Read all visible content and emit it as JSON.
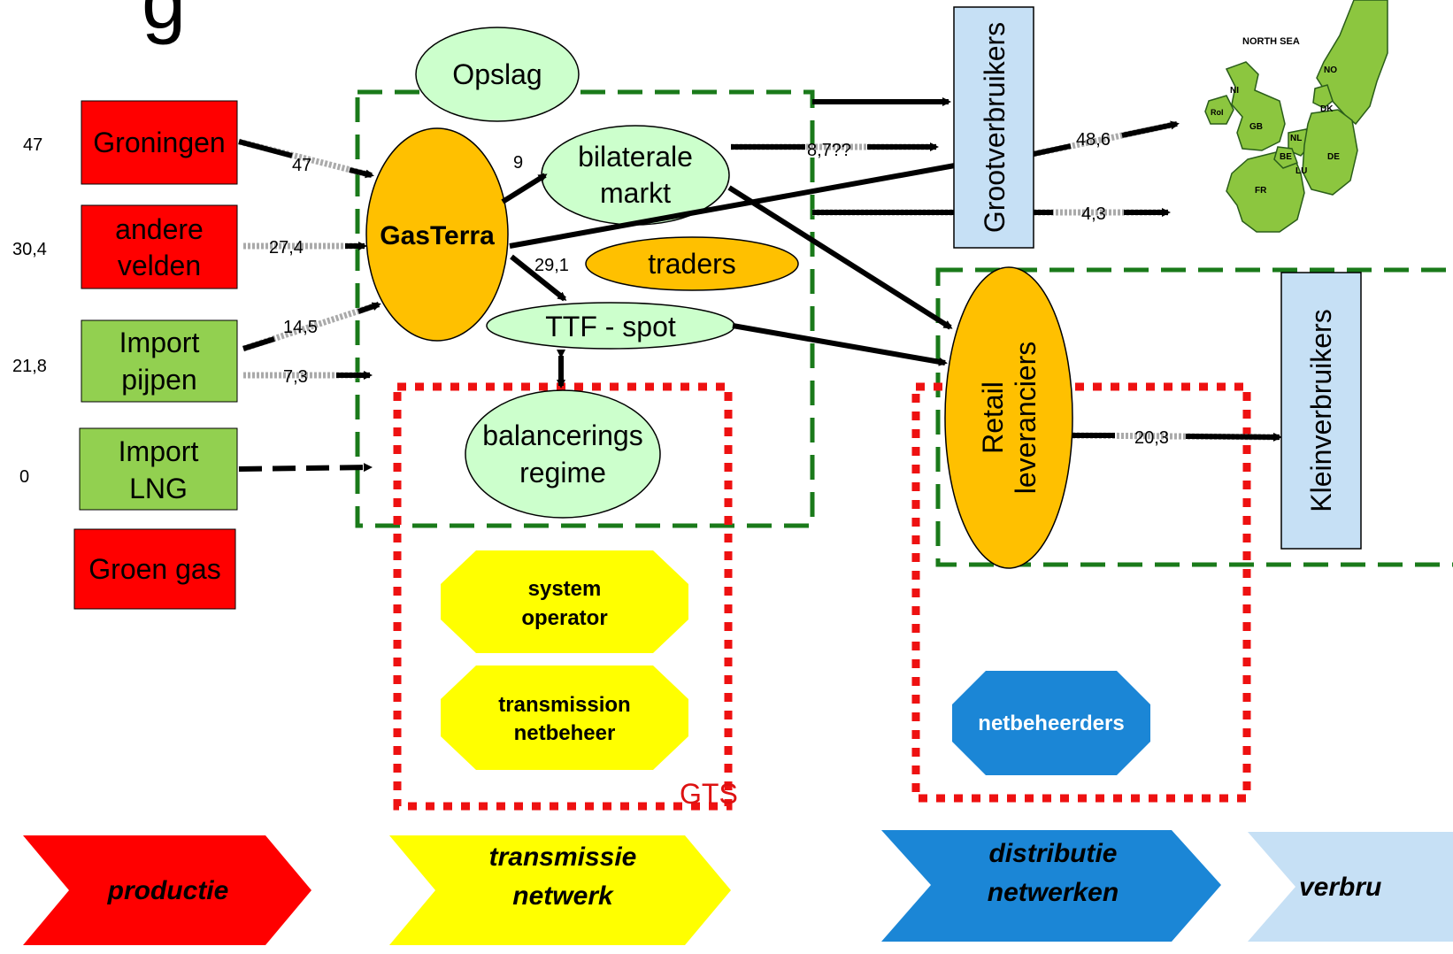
{
  "title_fragment": "g",
  "colors": {
    "red": "#ff0000",
    "green": "#92d050",
    "orange": "#ffc000",
    "light_green": "#ccffcc",
    "light_blue": "#c6e0f5",
    "yellow": "#ffff00",
    "blue": "#1b86d6",
    "dash_green": "#1a7a1a",
    "dot_red": "#ee1111"
  },
  "sources": {
    "groningen": {
      "label": "Groningen",
      "volume": "47"
    },
    "andere_velden": {
      "line1": "andere",
      "line2": "velden",
      "volume": "30,4"
    },
    "import_pijpen": {
      "line1": "Import",
      "line2": "pijpen",
      "volume": "21,8"
    },
    "import_lng": {
      "line1": "Import",
      "line2": "LNG",
      "volume": "0"
    },
    "groen_gas": {
      "label": "Groen gas"
    }
  },
  "nodes": {
    "opslag": "Opslag",
    "gasterra": "GasTerra",
    "bilaterale_markt": {
      "line1": "bilaterale",
      "line2": "markt"
    },
    "traders": "traders",
    "ttf_spot": "TTF - spot",
    "balancering": {
      "line1": "balancerings",
      "line2": "regime"
    },
    "grootverbruikers": "Grootverbruikers",
    "retail": {
      "line1": "Retail",
      "line2": "leveranciers"
    },
    "kleinverbruikers": "Kleinverbruikers",
    "system_operator": {
      "line1": "system",
      "line2": "operator"
    },
    "transmission": {
      "line1": "transmission",
      "line2": "netbeheer"
    },
    "netbeheerders": "netbeheerders",
    "gts": "GTS"
  },
  "flows": {
    "groningen_to_gasterra": "47",
    "velden_to_gasterra": "27,4",
    "pijpen_to_gasterra": "14,5",
    "pijpen_to_transmission": "7,3",
    "gasterra_to_bilateral": "9",
    "gasterra_to_ttf": "29,1",
    "bilateral_to_groot": "8,7??",
    "to_export": "48,6",
    "to_export_low": "4,3",
    "retail_to_klein": "20,3"
  },
  "map": {
    "north_sea": "NORTH SEA",
    "countries": [
      "NO",
      "DK",
      "NI",
      "RoI",
      "GB",
      "NL",
      "BE",
      "LU",
      "DE",
      "FR"
    ]
  },
  "stages": {
    "productie": "productie",
    "transmissie": {
      "line1": "transmissie",
      "line2": "netwerk"
    },
    "distributie": {
      "line1": "distributie",
      "line2": "netwerken"
    },
    "verbruik": "verbru"
  }
}
